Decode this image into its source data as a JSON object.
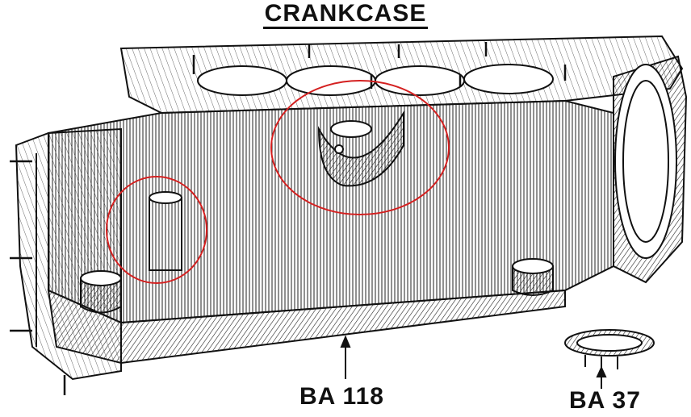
{
  "title": "CRANKCASE",
  "labels": {
    "part_main": "BA 118",
    "part_small": "BA 37"
  },
  "colors": {
    "ink": "#111111",
    "highlight": "#d42020",
    "paper": "#ffffff"
  }
}
